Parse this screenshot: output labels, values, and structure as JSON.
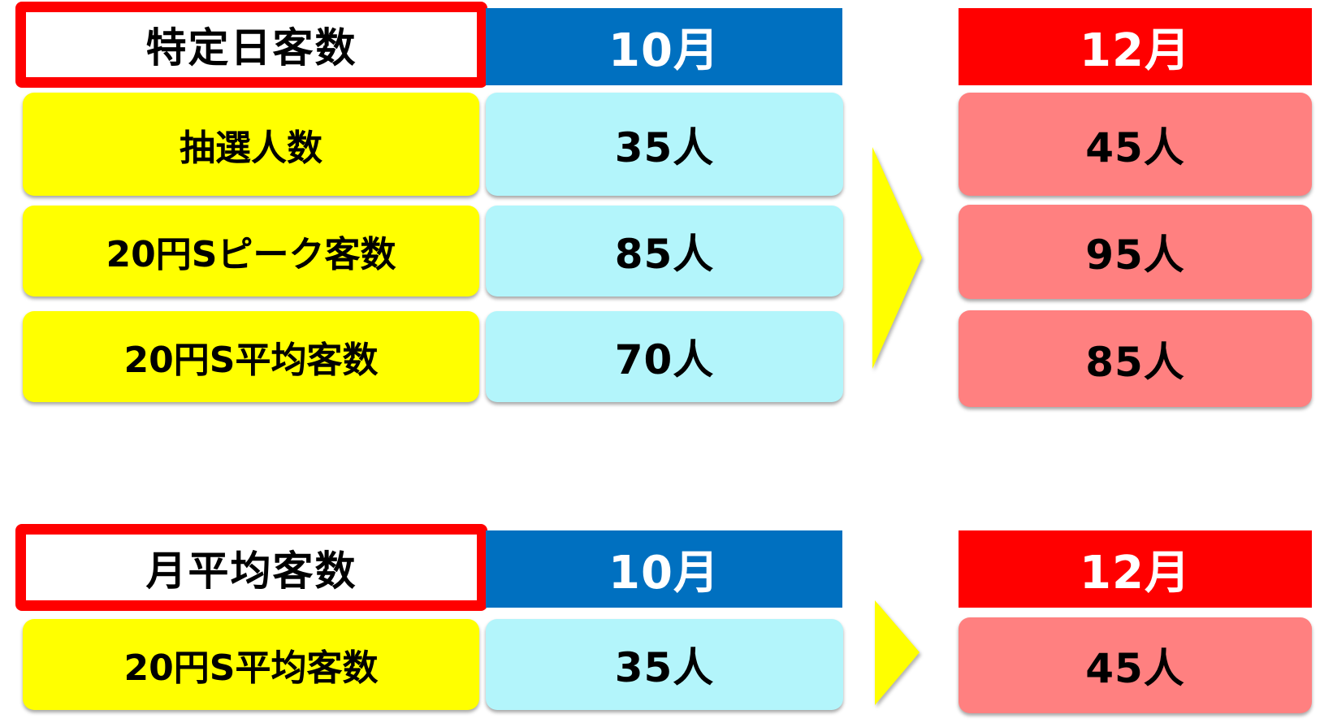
{
  "colors": {
    "title_border": "#ff0000",
    "header_oct": "#0070c0",
    "header_dec": "#ff0000",
    "label_bg": "#ffff00",
    "oct_value_bg": "#b3f5fb",
    "dec_value_bg": "#ff8080",
    "arrow": "#ffff00"
  },
  "sections": [
    {
      "title": "特定日客数",
      "col_from": "10月",
      "col_to": "12月",
      "arrow_icon": "right-triangle-arrow",
      "rows": [
        {
          "label": "抽選人数",
          "from": "35人",
          "to": "45人"
        },
        {
          "label": "20円Sピーク客数",
          "from": "85人",
          "to": "95人"
        },
        {
          "label": "20円S平均客数",
          "from": "70人",
          "to": "85人"
        }
      ]
    },
    {
      "title": "月平均客数",
      "col_from": "10月",
      "col_to": "12月",
      "arrow_icon": "right-triangle-arrow",
      "rows": [
        {
          "label": "20円S平均客数",
          "from": "35人",
          "to": "45人"
        }
      ]
    }
  ]
}
